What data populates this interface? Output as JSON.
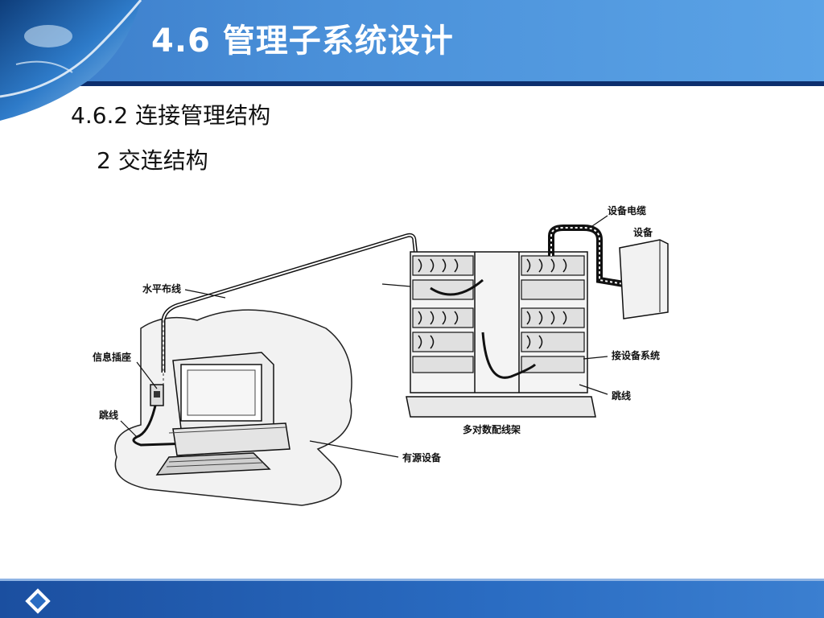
{
  "slide": {
    "title": "4.6 管理子系统设计",
    "subtitle_1": "4.6.2 连接管理结构",
    "subtitle_2": "2 交连结构"
  },
  "diagram": {
    "labels": {
      "equipment_cable": "设备电缆",
      "equipment": "设备",
      "horizontal_cabling": "水平布线",
      "info_outlet": "信息插座",
      "jumper_left": "跳线",
      "connect_equipment_system": "接设备系统",
      "jumper_right": "跳线",
      "multi_pair_frame": "多对数配线架",
      "active_equipment": "有源设备"
    }
  },
  "colors": {
    "header_blue": "#4a90d9",
    "header_line": "#0d2f6e",
    "footer_blue": "#2a6cc2"
  }
}
